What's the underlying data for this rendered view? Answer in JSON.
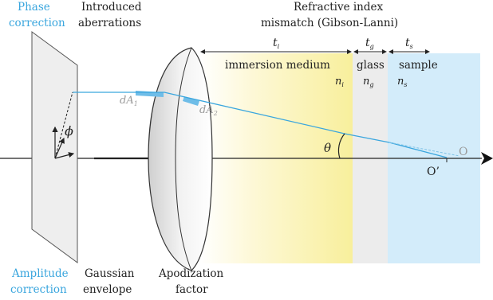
{
  "labels": {
    "phase_line1": "Phase",
    "phase_line2": "correction",
    "introduced_line1": "Introduced",
    "introduced_line2": "aberrations",
    "ri_line1": "Refractive index",
    "ri_line2": "mismatch (Gibson-Lanni)",
    "amplitude_line1": "Amplitude",
    "amplitude_line2": "correction",
    "gaussian_line1": "Gaussian",
    "gaussian_line2": "envelope",
    "apod_line1": "Apodization",
    "apod_line2": "factor"
  },
  "regions": {
    "immersion": "immersion medium",
    "glass": "glass",
    "sample": "sample"
  },
  "symbols": {
    "t": "t",
    "t_i_sub": "i",
    "t_g_sub": "g",
    "t_s_sub": "s",
    "n": "n",
    "n_i_sub": "i",
    "n_g_sub": "g",
    "n_s_sub": "s",
    "dA": "dA",
    "dA1_sub": "1",
    "dA2_sub": "2",
    "phi": "ϕ",
    "theta": "θ",
    "O": "O",
    "O_prime": "O’"
  },
  "colors": {
    "accent_blue": "#3aa6de",
    "sample_fill": "#d3ecfa",
    "glass_fill": "#ececec",
    "immersion_yellow": "#f9f1a6"
  }
}
